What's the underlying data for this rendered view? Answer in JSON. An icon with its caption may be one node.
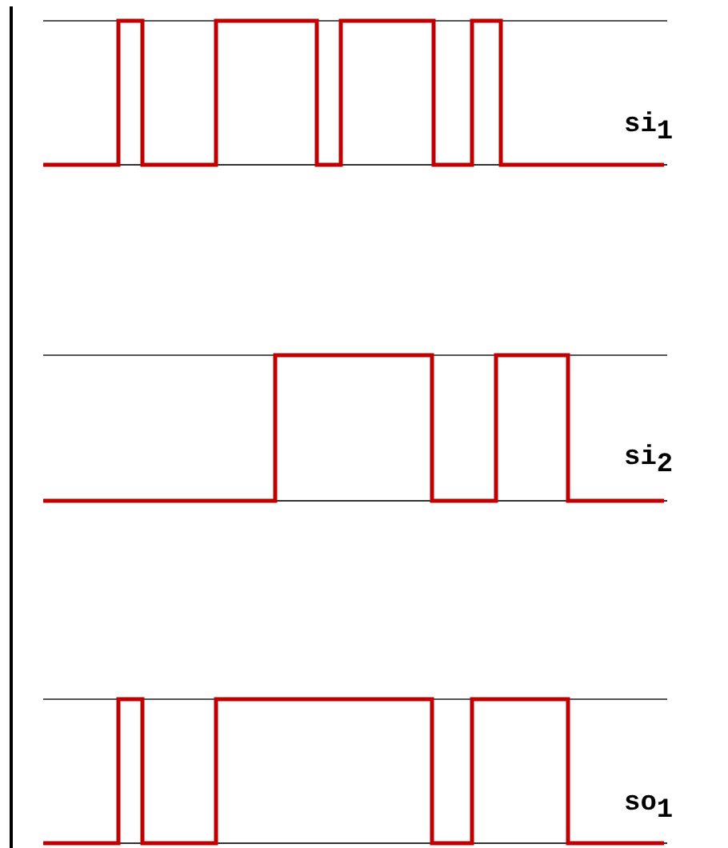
{
  "diagram": {
    "labels": [
      "si$_{1}$",
      "si$_{2}$",
      "so$_{1}$"
    ]
  }
}
